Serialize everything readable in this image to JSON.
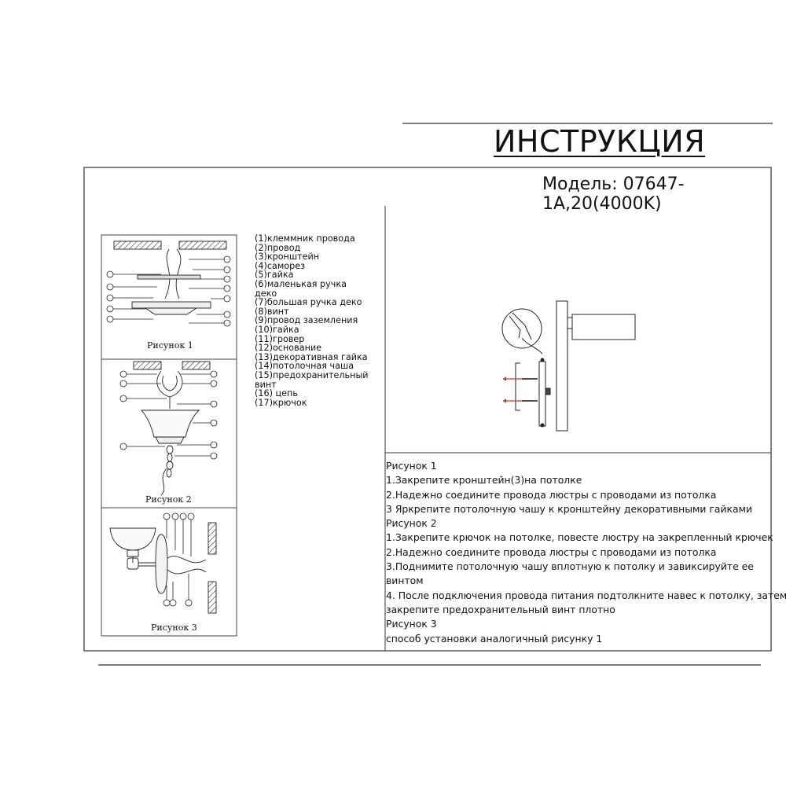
{
  "header": {
    "title": "ИНСТРУКЦИЯ",
    "model": "Модель: 07647-1А,20(4000K)"
  },
  "figures": {
    "fig1_label": "Рисунок 1",
    "fig2_label": "Рисунок 2",
    "fig3_label": "Рисунок 3"
  },
  "legend": [
    "(1)клеммник провода",
    "(2)провод",
    "(3)кронштейн",
    "(4)саморез",
    "(5)гайка",
    "(6)маленькая ручка",
    "деко",
    "(7)большая ручка деко",
    "(8)винт",
    "(9)провод заземления",
    "(10)гайка",
    "(11)гровер",
    "(12)основание",
    "(13)декоративная гайка",
    "(14)потолочная чаша",
    "(15)предохранительный",
    "винт",
    "(16) цепь",
    "(17)крючок"
  ],
  "instructions": [
    "Рисунок 1",
    "1.Закрепите кронштейн(3)на потолке",
    "2.Надежно соедините провода люстры с проводами из потолка",
    "3 Яркрепите потолочную чашу к кронштейну декоративными гайками",
    "Рисунок 2",
    "1.Закрепите крючок на потолке, повесте люстру на закрепленный крючек",
    "2.Надежно соедините провода люстры с проводами из потолка",
    "3.Поднимите потолочную чашу вплотную к потолку и завиксируйте ее",
    "винтом",
    "4.  После подключения провода питания подтолкните навес к потолку, затем",
    "закрепите предохранительный винт плотно",
    "Рисунок 3",
    "способ установки аналогичный рисунку 1"
  ],
  "colors": {
    "line": "#222222",
    "arrow": "#c0392b"
  }
}
